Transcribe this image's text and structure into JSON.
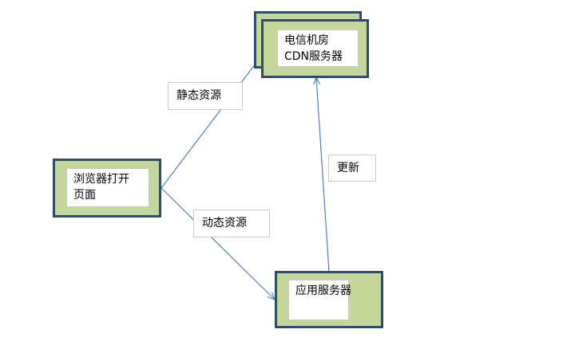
{
  "nodes": {
    "browser": {
      "lines": [
        "浏览器打开",
        "页面"
      ]
    },
    "cdn": {
      "lines": [
        "电信机房",
        "CDN服务器"
      ]
    },
    "app": {
      "lines": [
        "应用服务器"
      ]
    }
  },
  "edges": {
    "static": {
      "label": "静态资源"
    },
    "dynamic": {
      "label": "动态资源"
    },
    "update": {
      "label": "更新"
    }
  },
  "colors": {
    "node_fill": "#c4d79b",
    "node_border": "#2f4b6d",
    "arrow": "#4f81bd"
  }
}
